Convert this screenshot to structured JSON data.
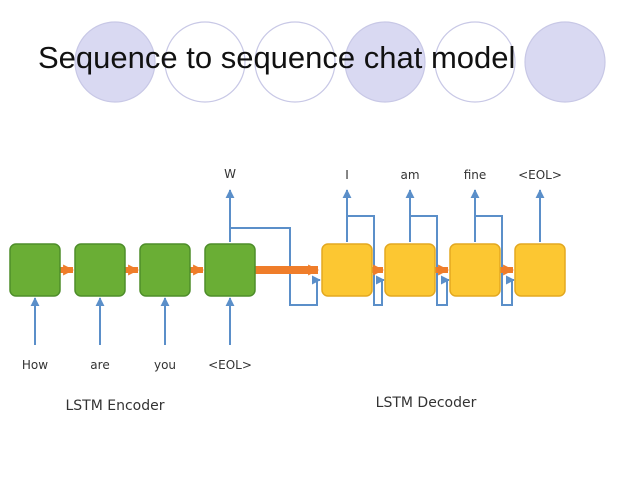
{
  "slide": {
    "title": "Sequence to sequence chat model"
  },
  "colors": {
    "circle_fill": "#d9d9f2",
    "circle_stroke": "#c8c8e6",
    "encoder_fill": "#6aae35",
    "encoder_stroke": "#4e8e2a",
    "decoder_fill": "#fcc732",
    "decoder_stroke": "#e3a820",
    "arrow_blue": "#5b8fc9",
    "arrow_orange": "#ef7d2a"
  },
  "diagram": {
    "encoder": {
      "label": "LSTM Encoder",
      "inputs": [
        "How",
        "are",
        "you",
        "<EOL>"
      ],
      "output": "W"
    },
    "decoder": {
      "label": "LSTM Decoder",
      "outputs": [
        "I",
        "am",
        "fine",
        "<EOL>"
      ]
    }
  }
}
